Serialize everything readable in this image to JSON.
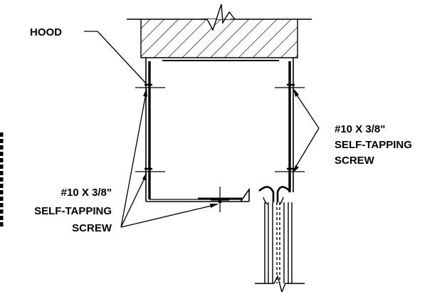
{
  "labels": {
    "hood": "HOOD",
    "screw_right": [
      "#10 X 3/8\"",
      "SELF-TAPPING",
      "SCREW"
    ],
    "screw_left": [
      "#10 X 3/8\"",
      "SELF-TAPPING",
      "SCREW"
    ]
  },
  "colors": {
    "line": "#000000",
    "background": "#ffffff"
  }
}
